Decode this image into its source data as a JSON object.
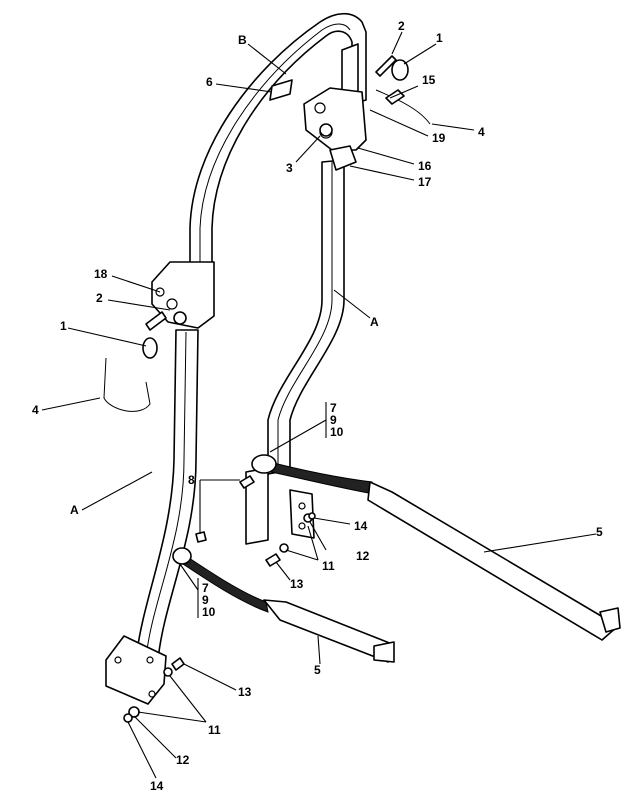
{
  "title": "",
  "labels": [
    {
      "id": "callout-2-top",
      "text": "2"
    },
    {
      "id": "callout-1-top",
      "text": "1"
    },
    {
      "id": "callout-B",
      "text": "B"
    },
    {
      "id": "callout-6",
      "text": "6"
    },
    {
      "id": "callout-15",
      "text": "15"
    },
    {
      "id": "callout-4-top",
      "text": "4"
    },
    {
      "id": "callout-19",
      "text": "19"
    },
    {
      "id": "callout-3",
      "text": "3"
    },
    {
      "id": "callout-16",
      "text": "16"
    },
    {
      "id": "callout-17",
      "text": "17"
    },
    {
      "id": "callout-18",
      "text": "18"
    },
    {
      "id": "callout-2-left",
      "text": "2"
    },
    {
      "id": "callout-A-right",
      "text": "A"
    },
    {
      "id": "callout-1-left",
      "text": "1"
    },
    {
      "id": "callout-4-left",
      "text": "4"
    },
    {
      "id": "callout-7-upper",
      "text": "7"
    },
    {
      "id": "callout-9-upper",
      "text": "9"
    },
    {
      "id": "callout-10-upper",
      "text": "10"
    },
    {
      "id": "callout-8",
      "text": "8"
    },
    {
      "id": "callout-A-left",
      "text": "A"
    },
    {
      "id": "callout-5-right",
      "text": "5"
    },
    {
      "id": "callout-14-mid",
      "text": "14"
    },
    {
      "id": "callout-12-mid",
      "text": "12"
    },
    {
      "id": "callout-11-mid",
      "text": "11"
    },
    {
      "id": "callout-13-mid",
      "text": "13"
    },
    {
      "id": "callout-7-lower",
      "text": "7"
    },
    {
      "id": "callout-9-lower",
      "text": "9"
    },
    {
      "id": "callout-10-lower",
      "text": "10"
    },
    {
      "id": "callout-5-lower",
      "text": "5"
    },
    {
      "id": "callout-13-lower",
      "text": "13"
    },
    {
      "id": "callout-11-lower",
      "text": "11"
    },
    {
      "id": "callout-12-lower",
      "text": "12"
    },
    {
      "id": "callout-14-lower",
      "text": "14"
    }
  ]
}
